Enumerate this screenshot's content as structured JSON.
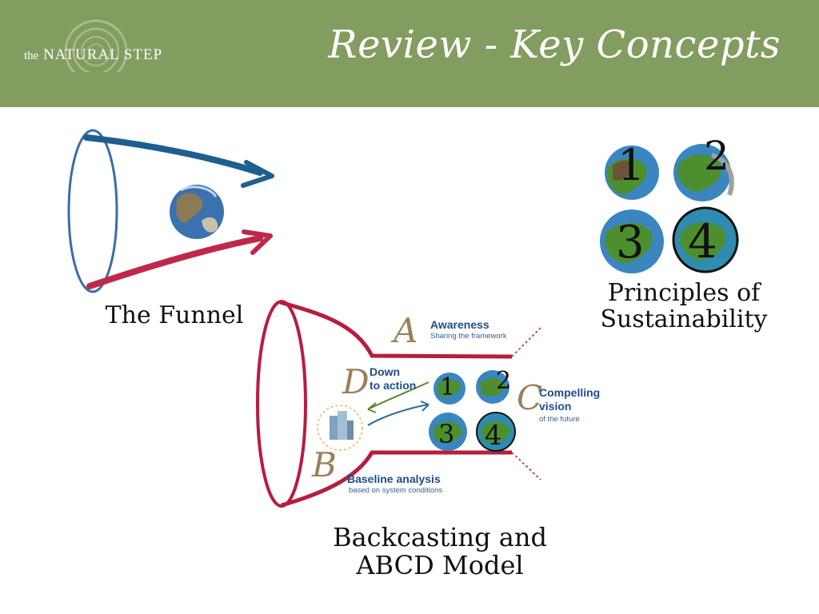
{
  "header": {
    "logo_prefix": "the",
    "logo_name": "NATURAL STEP",
    "title": "Review - Key Concepts"
  },
  "captions": {
    "funnel": "The Funnel",
    "principles_line1": "Principles of",
    "principles_line2": "Sustainability",
    "abcd_line1": "Backcasting and",
    "abcd_line2": "ABCD Model"
  },
  "principles_numbers": [
    "1",
    "2",
    "3",
    "4"
  ],
  "abcd": {
    "a_letter": "A",
    "a_title": "Awareness",
    "a_sub": "Sharing the framework",
    "b_letter": "B",
    "b_title": "Baseline analysis",
    "b_sub": "based on system conditions",
    "c_letter": "C",
    "c_title_1": "Compelling",
    "c_title_2": "vision",
    "c_sub": "of the future",
    "d_letter": "D",
    "d_title_1": "Down",
    "d_title_2": "to action",
    "mini_numbers": [
      "1",
      "2",
      "3",
      "4"
    ]
  },
  "colors": {
    "header": "#829d5f",
    "funnel_blue": "#1f5f8f",
    "funnel_red": "#c0284a",
    "abcd_red": "#b81c3e",
    "earth_blue": "#3a86c0",
    "earth_green": "#4d8f2e"
  }
}
